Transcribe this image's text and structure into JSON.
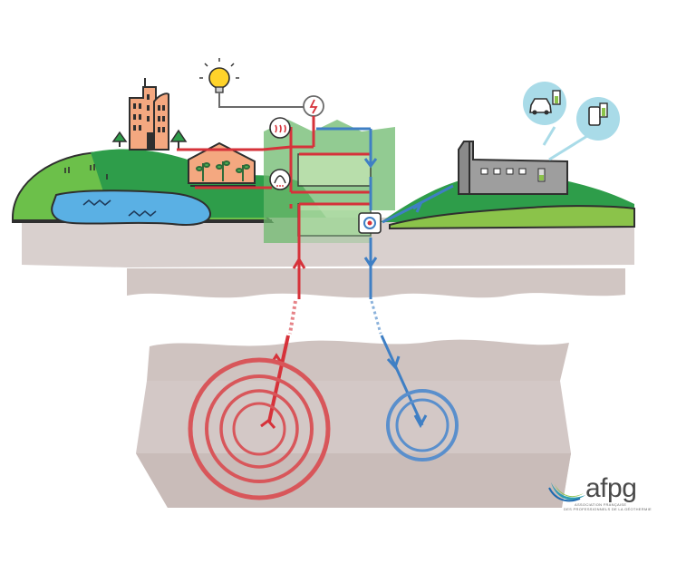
{
  "logo": {
    "name": "afpg",
    "tagline_line1": "ASSOCIATION FRANÇAISE",
    "tagline_line2": "DES PROFESSIONNELS DE LA GÉOTHERMIE"
  },
  "colors": {
    "hot_flow": "#d6323a",
    "cold_flow": "#3f7fc4",
    "grass": "#8bc34a",
    "grass_dark": "#4caf50",
    "water": "#4fa8e0",
    "ground": "#d8cfcc",
    "building": "#f4a880",
    "plant": "#7fb77e",
    "factory": "#9e9e9e",
    "icon_bubble": "#a9dbe8",
    "bulb": "#ffd32a"
  },
  "icons": [
    "lightbulb-icon",
    "electricity-icon",
    "heating-icon",
    "cooling-icon",
    "car-charging-icon",
    "phone-charging-icon",
    "battery-icon",
    "pump-icon"
  ]
}
